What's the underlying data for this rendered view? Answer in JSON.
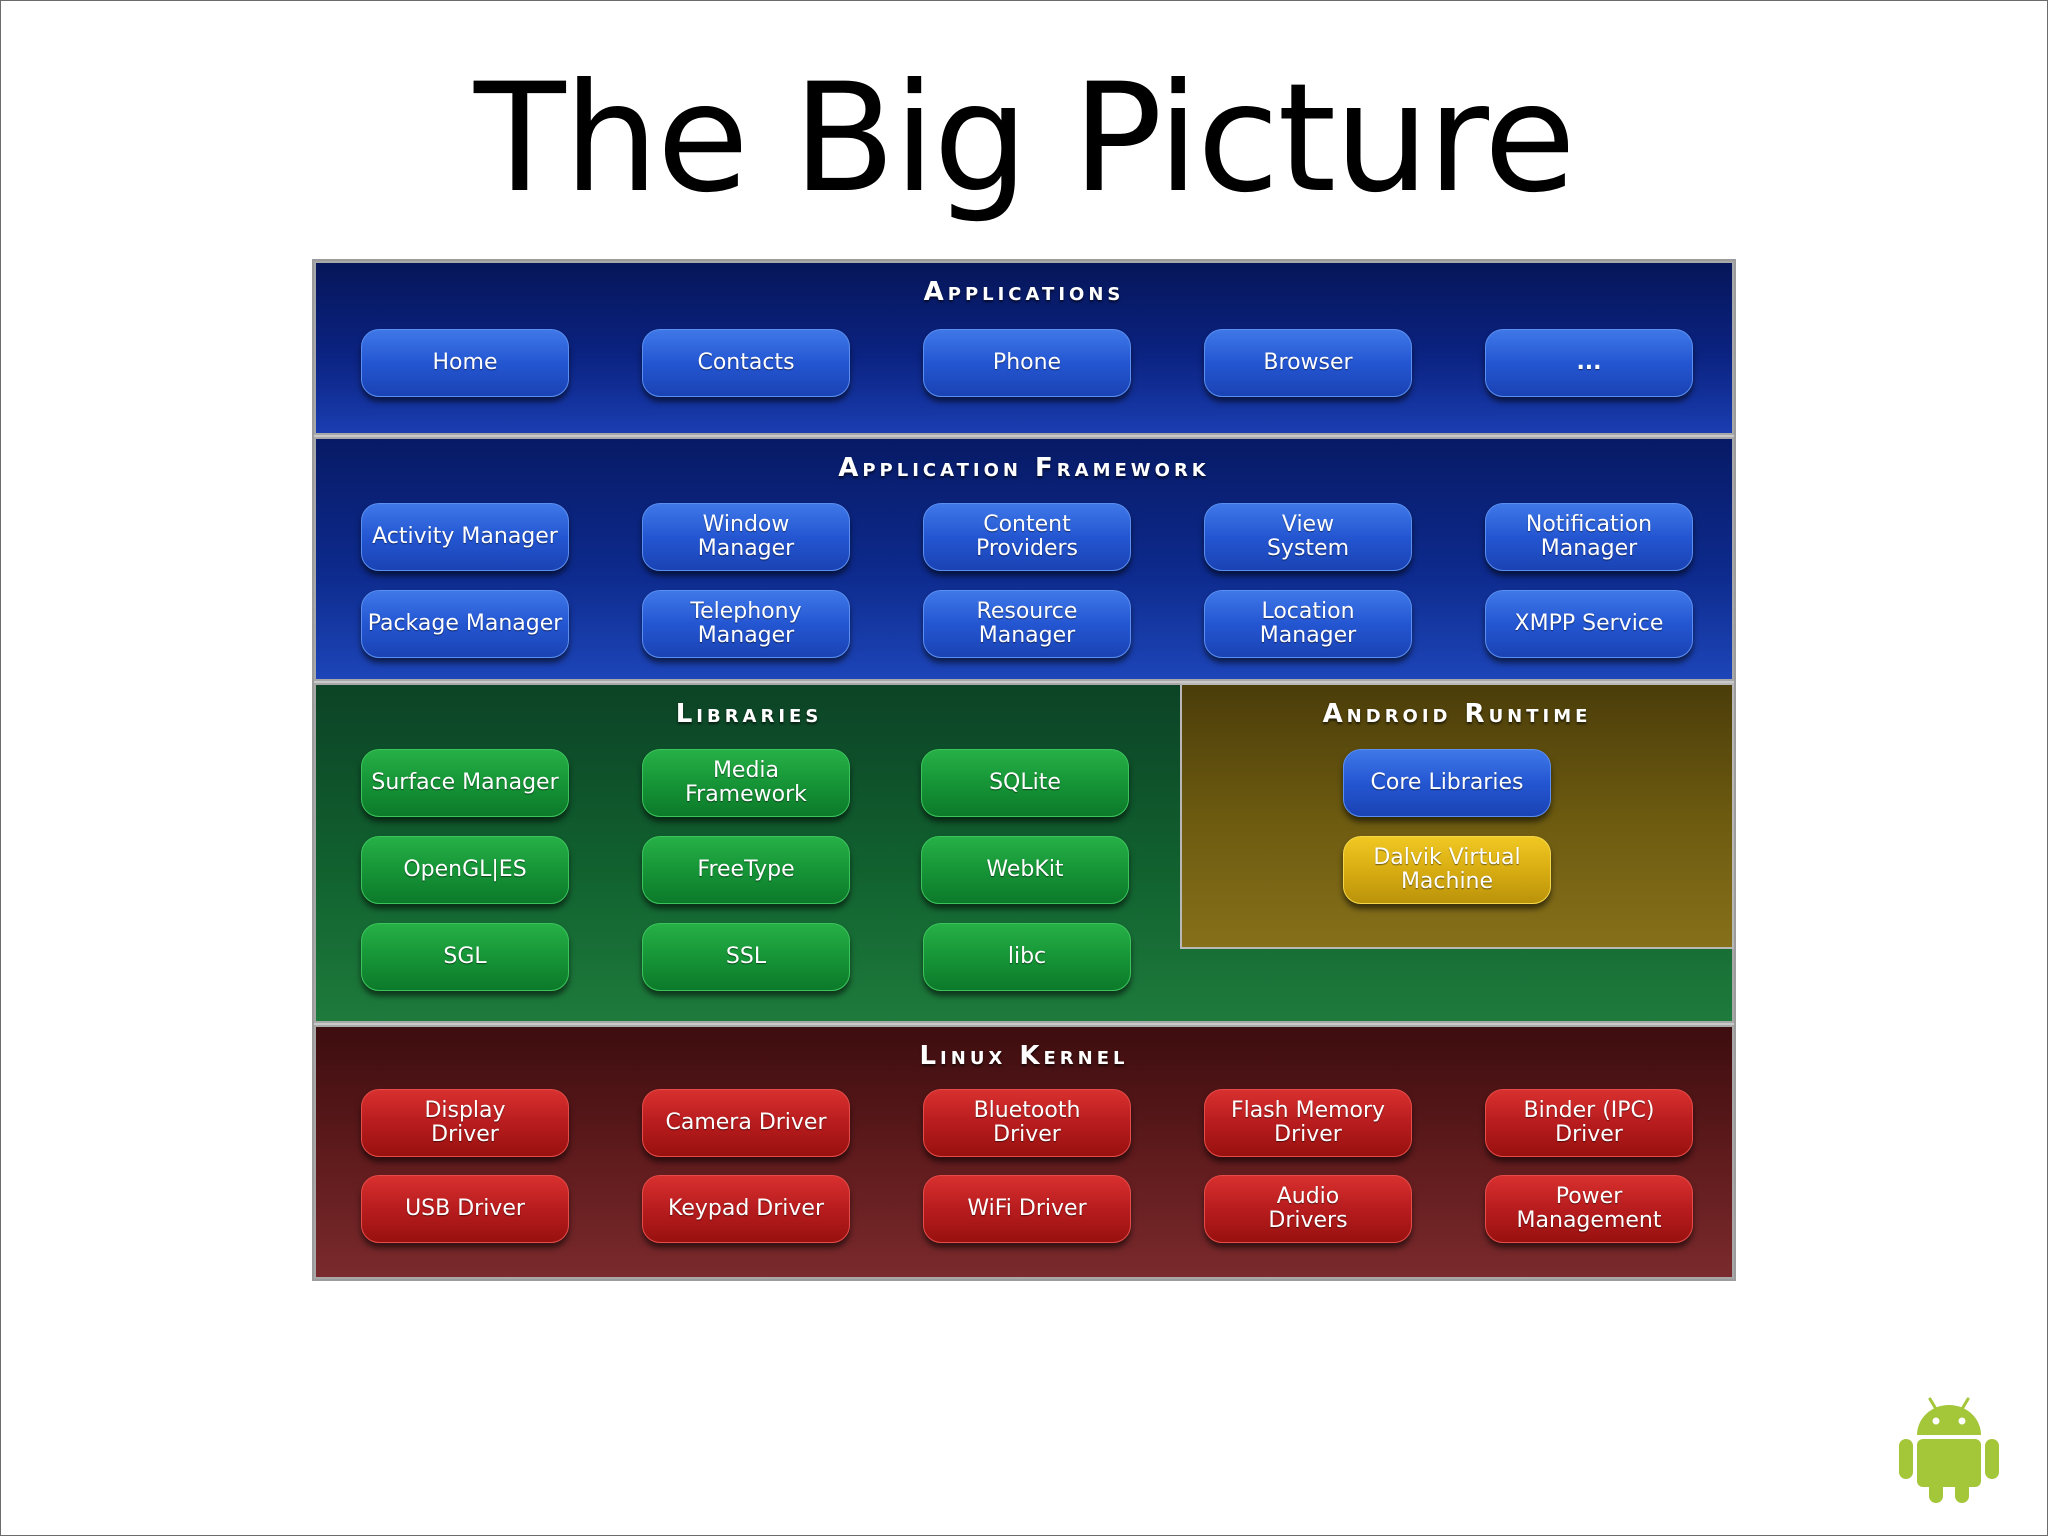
{
  "title": "The Big Picture",
  "colors": {
    "applications": "#0b2382",
    "framework": "#0d2a8c",
    "libraries": "#11612f",
    "runtime": "#6c5a10",
    "kernel": "#5e1a1c",
    "pill_blue": "#2456d2",
    "pill_green": "#169537",
    "pill_red": "#b81c1e",
    "pill_yellow": "#d8ad12",
    "android_logo": "#a4c639"
  },
  "applications": {
    "title": "Applications",
    "items": [
      "Home",
      "Contacts",
      "Phone",
      "Browser",
      "..."
    ]
  },
  "framework": {
    "title": "Application Framework",
    "items": [
      "Activity Manager",
      "Window\nManager",
      "Content\nProviders",
      "View\nSystem",
      "Notification\nManager",
      "Package Manager",
      "Telephony\nManager",
      "Resource\nManager",
      "Location\nManager",
      "XMPP Service"
    ]
  },
  "libraries": {
    "title": "Libraries",
    "items": [
      "Surface Manager",
      "Media\nFramework",
      "SQLite",
      "OpenGL|ES",
      "FreeType",
      "WebKit",
      "SGL",
      "SSL",
      "libc"
    ]
  },
  "runtime": {
    "title": "Android Runtime",
    "items": [
      "Core Libraries",
      "Dalvik Virtual\nMachine"
    ]
  },
  "kernel": {
    "title": "Linux Kernel",
    "items": [
      "Display\nDriver",
      "Camera Driver",
      "Bluetooth\nDriver",
      "Flash Memory\nDriver",
      "Binder (IPC)\nDriver",
      "USB Driver",
      "Keypad Driver",
      "WiFi Driver",
      "Audio\nDrivers",
      "Power\nManagement"
    ]
  },
  "logo_icon": "android-robot-icon"
}
